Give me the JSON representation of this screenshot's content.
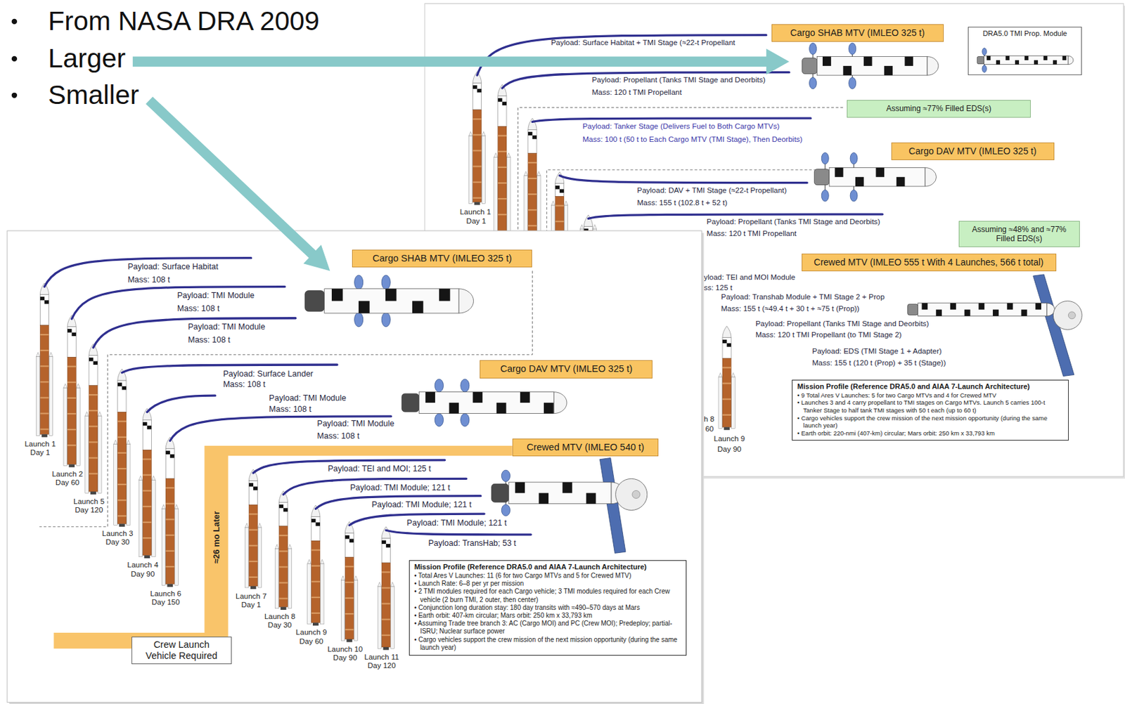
{
  "diagram": {
    "nodes": [
      {
        "text": [
          "Cargo SHAB MTV (IMLEO 325 t)"
        ]
      },
      {
        "text": [
          "DRA5.0 TMI Prop. Module"
        ]
      },
      {
        "text": [
          "Assuming ≈77% Filled EDS(s)"
        ]
      },
      {
        "text": [
          "Cargo DAV MTV (IMLEO 325 t)"
        ]
      },
      {
        "text": [
          "Assuming ≈48% and ≈77% Filled EDS(s)"
        ]
      },
      {
        "text": [
          "Crewed MTV (IMLEO 555 t With 4 Launches, 566 t total)"
        ]
      },
      {
        "text": [
          "Mission Profile (Reference DRA5.0 and AIAA 7-Launch Architecture)",
          "• 9 Total Ares V Launches: 5 for two Cargo MTVs and 4 for Crewed MTV",
          "• Launches 3 and 4 carry propellant to TMI stages on Cargo MTVs. Launch 5 carries 100-t Tanker Stage to half tank TMI stages with 50 t each (up to 60 t)",
          "• Cargo vehicles support the crew mission of the next mission opportunity (during the same launch year)",
          "• Earth orbit: 220-nmi (407-km) circular; Mars orbit: 250 km x 33,793 km"
        ]
      },
      {
        "text": [
          "Cargo SHAB MTV (IMLEO 325 t)"
        ]
      },
      {
        "text": [
          "Cargo DAV MTV (IMLEO 325 t)"
        ]
      },
      {
        "text": [
          "Crewed MTV (IMLEO 540 t)"
        ]
      },
      {
        "text": [
          "Crew Launch Vehicle Required"
        ]
      },
      {
        "text": [
          "Mission Profile (Reference DRA5.0 and AIAA 7-Launch Architecture)",
          "• Total Ares V Launches: 11 (6 for two Cargo MTVs and 5 for Crewed MTV)",
          "• Launch Rate: 6–8 per yr per mission",
          "• 2 TMI modules required for each Cargo vehicle; 3 TMI modules required for each Crew vehicle (2 burn TMI, 2 outer, then center)",
          "• Conjunction long duration stay: 180 day transits with ≈490–570 days at Mars",
          "• Earth orbit: 407-km circular; Mars orbit: 250 km x 33,793 km",
          "• Assuming Trade tree branch 3: AC (Cargo MOI) and PC (Crew MOI); Predeploy; partial-ISRU; Nuclear surface power",
          "• Cargo vehicles support the crew mission of the next mission opportunity (during the same launch year)"
        ]
      }
    ],
    "labels": [
      "From NASA DRA 2009",
      "Larger",
      "Smaller",
      "Payload: Surface Habitat + TMI Stage (≈22-t Propellant",
      "Payload: Propellant (Tanks TMI Stage and Deorbits)",
      "Mass: 120 t TMI Propellant",
      "Payload: Tanker Stage (Delivers Fuel to Both Cargo MTVs)",
      "Mass: 100 t (50 t to Each Cargo MTV (TMI Stage), Then Deorbits)",
      "Payload: DAV + TMI Stage (≈22-t Propellant)",
      "Mass: 155 t (102.8 t + 52 t)",
      "Payload: Propellant (Tanks TMI Stage and Deorbits)",
      "Mass: 120 t TMI Propellant",
      "Launch 1",
      "Day 1",
      "yload: TEI and MOI Module",
      "ss: 125 t",
      "Payload: Transhab Module + TMI Stage 2 + Prop",
      "Mass: 155 t (≈49.4 t + 30 t + ≈75 t (Prop))",
      "Payload: Propellant (Tanks TMI Stage and Deorbits)",
      "Mass: 120 t TMI Propellant (to TMI Stage 2)",
      "Payload: EDS (TMI Stage 1 + Adapter)",
      "Mass: 155 t (120 t (Prop) + 35 t (Stage))",
      "h 8",
      "60",
      "Launch 9",
      "Day 90",
      "Payload: Surface Habitat",
      "Mass: 108 t",
      "Payload: TMI Module",
      "Mass: 108 t",
      "Payload: TMI Module",
      "Mass: 108 t",
      "Payload: Surface Lander",
      "Mass: 108 t",
      "Payload: TMI Module",
      "Mass: 108 t",
      "Payload: TMI Module",
      "Mass: 108 t",
      "Payload: TEI and MOI; 125 t",
      "Payload: TMI Module; 121 t",
      "Payload: TMI Module; 121 t",
      "Payload: TMI Module; 121 t",
      "Payload: TransHab; 53 t",
      "≈26 mo Later",
      "Launch 1",
      "Day 1",
      "Launch 2",
      "Day 60",
      "Launch 5",
      "Day 120",
      "Launch 3",
      "Day 30",
      "Launch 4",
      "Day 90",
      "Launch 6",
      "Day 150",
      "Launch 7",
      "Day 1",
      "Launch 8",
      "Day 30",
      "Launch 9",
      "Day 60",
      "Launch 10",
      "Day 90",
      "Launch 11",
      "Day 120"
    ]
  }
}
